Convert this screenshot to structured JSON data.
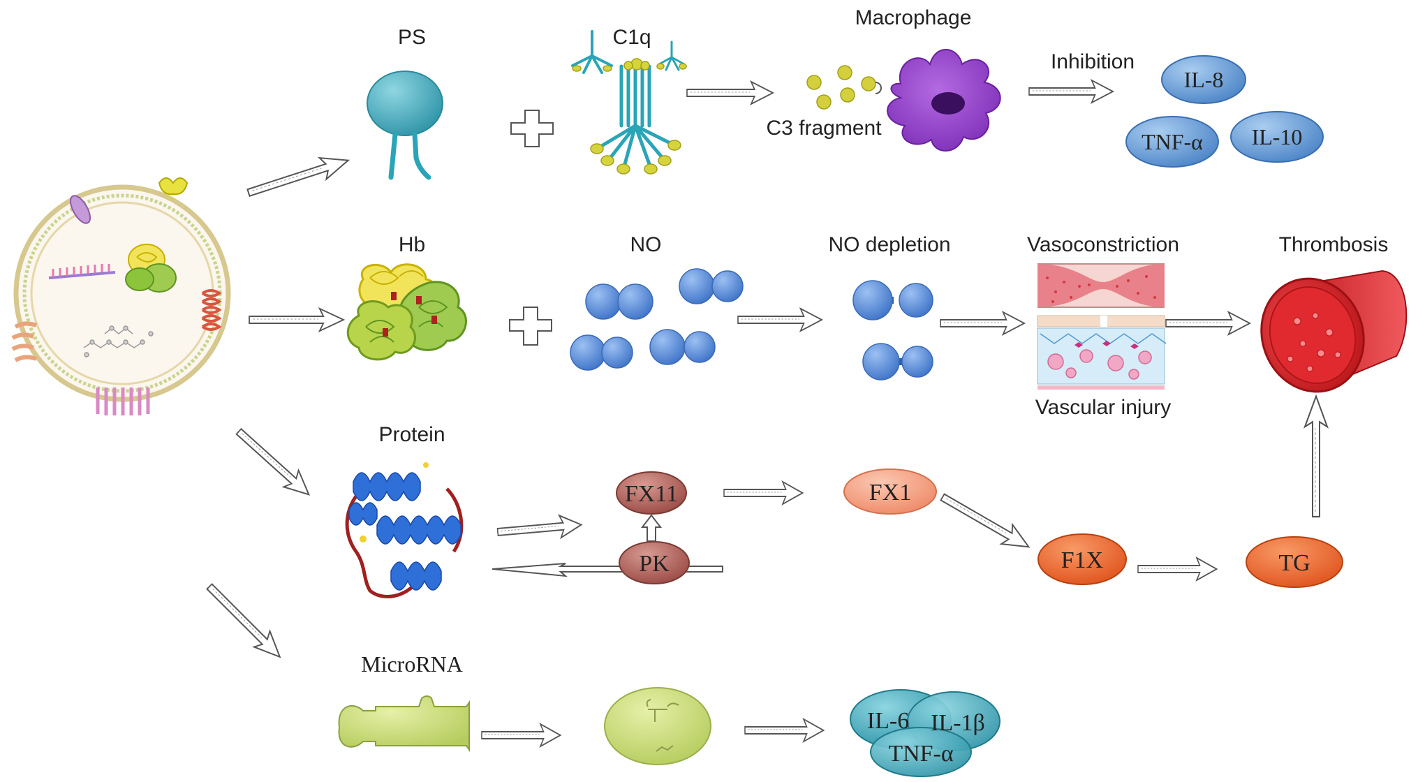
{
  "labels": {
    "ps": "PS",
    "c1q": "C1q",
    "macrophage": "Macrophage",
    "c3_fragment": "C3 fragment",
    "inhibition": "Inhibition",
    "hb": "Hb",
    "no": "NO",
    "no_depletion": "NO depletion",
    "vasoconstriction": "Vasoconstriction",
    "vascular_injury": "Vascular injury",
    "thrombosis": "Thrombosis",
    "protein": "Protein",
    "microrna": "MicroRNA"
  },
  "cytokines": {
    "il8": "IL-8",
    "tnfa": "TNF-α",
    "il10": "IL-10",
    "il6": "IL-6",
    "il1b": "IL-1β",
    "tnfa2": "TNF-α"
  },
  "factors": {
    "fx11": "FX11",
    "fx1": "FX1",
    "pk": "PK",
    "f1x": "F1X",
    "tg": "TG"
  },
  "colors": {
    "ps_blue": "#3fa7b8",
    "cytokine_blue": "#6a9fd0",
    "no_blue": "#5b8fd6",
    "hb_yellow": "#f3e45a",
    "hb_green": "#8cc43c",
    "macrophage_purple": "#8d3cc4",
    "c3_yellow": "#c9c234",
    "thrombus_red": "#d8232a",
    "fx11_brown": "#b05a54",
    "fx1_salmon": "#f2987a",
    "f1x_orange": "#ee6a2e",
    "microrna_green": "#c8dc7c",
    "teal": "#2aa4b7",
    "protein_blue": "#2f6fd8",
    "protein_red": "#a02020"
  }
}
